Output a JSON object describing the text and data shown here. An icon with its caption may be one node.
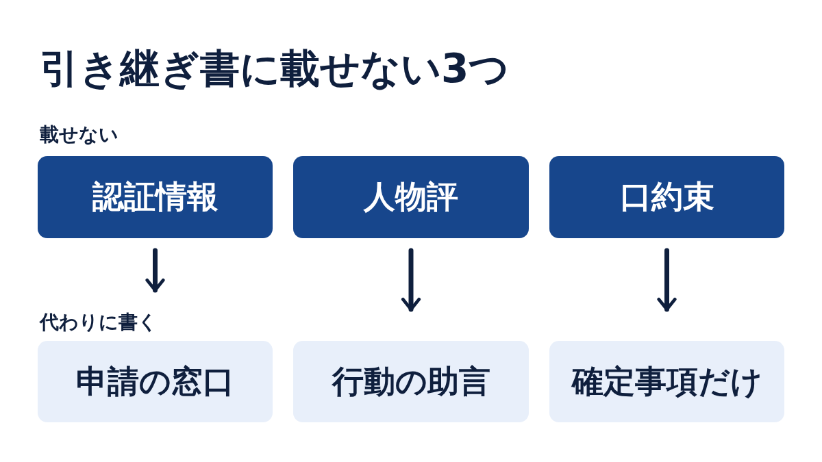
{
  "diagram": {
    "title": "引き継ぎ書に載せない3つ",
    "nodes": [
      {
        "text": [
          "認証情報"
        ]
      },
      {
        "text": [
          "人物評"
        ]
      },
      {
        "text": [
          "口約束"
        ]
      },
      {
        "text": [
          "申請の窓口"
        ]
      },
      {
        "text": [
          "行動の助言"
        ]
      },
      {
        "text": [
          "確定事項だけ"
        ]
      }
    ],
    "edges": [
      {
        "from": 0,
        "to": 3,
        "arrow": "to"
      },
      {
        "from": 1,
        "to": 4,
        "arrow": "to"
      },
      {
        "from": 2,
        "to": 5,
        "arrow": "to"
      }
    ],
    "labels": [
      "載せない",
      "代わりに書く"
    ]
  }
}
